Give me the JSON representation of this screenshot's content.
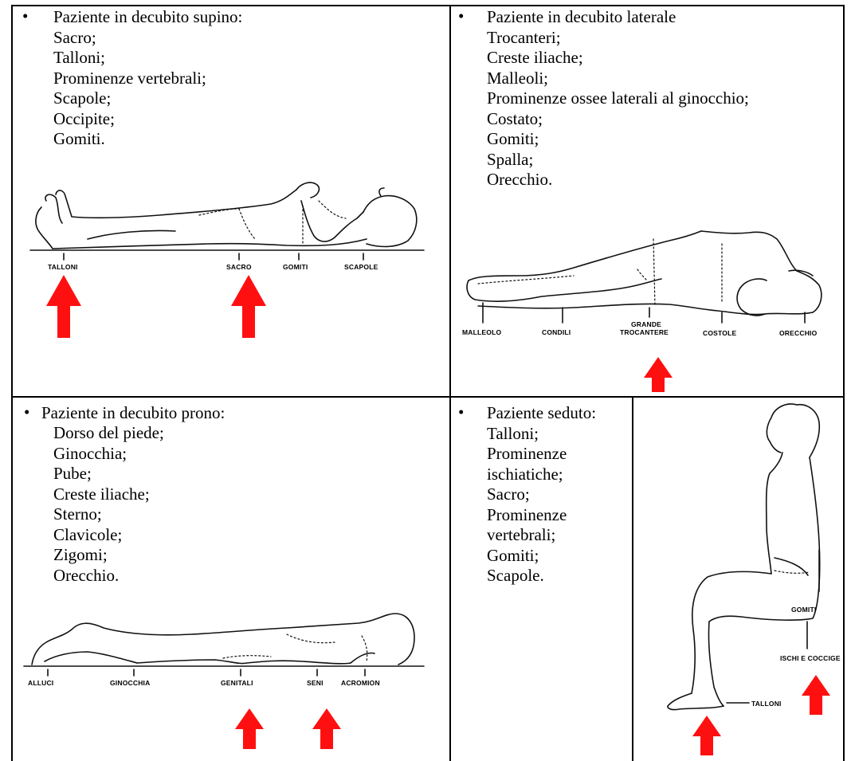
{
  "cells": {
    "supine": {
      "title": "Paziente in decubito supino:",
      "items": [
        "Sacro;",
        "Talloni;",
        "Prominenze vertebrali;",
        "Scapole;",
        "Occipite;",
        "Gomiti."
      ],
      "labels": {
        "talloni": "TALLONI",
        "sacro": "SACRO",
        "gomiti": "GOMITI",
        "scapole": "SCAPOLE"
      }
    },
    "lateral": {
      "title": "Paziente in decubito laterale",
      "items": [
        "Trocanteri;",
        "Creste iliache;",
        "Malleoli;",
        "Prominenze ossee laterali al ginocchio;",
        "Costato;",
        "Gomiti;",
        "Spalla;",
        "Orecchio."
      ],
      "labels": {
        "malleolo": "MALLEOLO",
        "condili": "CONDILI",
        "grande": "GRANDE",
        "trocantere": "TROCANTERE",
        "costole": "COSTOLE",
        "orecchio": "ORECCHIO"
      }
    },
    "prone": {
      "title": "Paziente in decubito prono:",
      "items": [
        "Dorso del piede;",
        "Ginocchia;",
        "Pube;",
        "Creste iliache;",
        "Sterno;",
        "Clavicole;",
        "Zigomi;",
        "Orecchio."
      ],
      "labels": {
        "alluci": "ALLUCI",
        "ginocchia": "GINOCCHIA",
        "genitali": "GENITALI",
        "seni": "SENI",
        "acromion": "ACROMION"
      }
    },
    "seated": {
      "title": "Paziente seduto:",
      "items": [
        "Talloni;",
        "Prominenze",
        "ischiatiche;",
        "Sacro;",
        "Prominenze",
        "vertebrali;",
        "Gomiti;",
        "Scapole."
      ],
      "labels": {
        "gomiti": "GOMITI",
        "ischi": "ISCHI E COCCIGE",
        "talloni": "TALLONI"
      }
    }
  },
  "colors": {
    "arrow": "#ff1010",
    "lines": "#000000"
  }
}
